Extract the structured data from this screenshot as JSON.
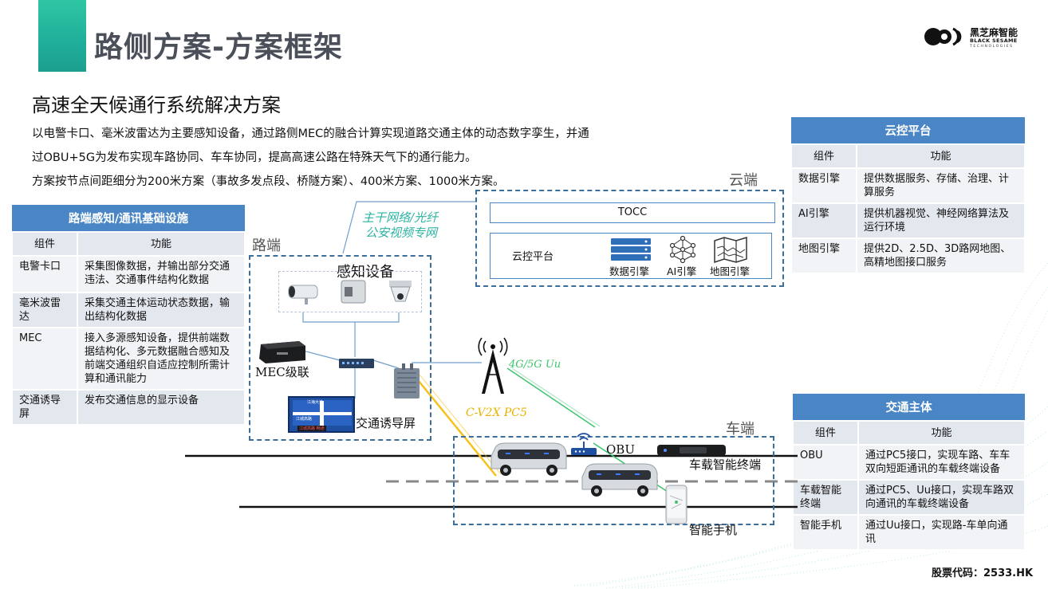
{
  "header": {
    "title": "路侧方案-方案框架",
    "logo_cn": "黑芝麻智能",
    "logo_en": "BLACK SESAME",
    "logo_en_sub": "TECHNOLOGIES"
  },
  "subtitle": "高速全天候通行系统解决方案",
  "description": [
    "以电警卡口、毫米波雷达为主要感知设备，通过路侧MEC的融合计算实现道路交通主体的动态数字孪生，并通",
    "过OBU+5G为发布实现车路协同、车车协同，提高高速公路在特殊天气下的通行能力。",
    "方案按节点间距细分为200米方案（事故多发点段、桥隧方案）、400米方案、1000米方案。"
  ],
  "roadside_table": {
    "title": "路端感知/通讯基础设施",
    "col1": "组件",
    "col2": "功能",
    "rows": [
      {
        "name": "电警卡口",
        "func": "采集图像数据，并输出部分交通违法、交通事件结构化数据"
      },
      {
        "name": "毫米波雷达",
        "func": "采集交通主体运动状态数据，输出结构化数据"
      },
      {
        "name": "MEC",
        "func": "接入多源感知设备，提供前端数据结构化、多元数据融合感知及前端交通组织自适应控制所需计算和通讯能力"
      },
      {
        "name": "交通诱导屏",
        "func": "发布交通信息的显示设备"
      }
    ]
  },
  "cloud_table": {
    "title": "云控平台",
    "col1": "组件",
    "col2": "功能",
    "rows": [
      {
        "name": "数据引擎",
        "func": "提供数据服务、存储、治理、计算服务"
      },
      {
        "name": "AI引擎",
        "func": "提供机器视觉、神经网络算法及运行环境"
      },
      {
        "name": "地图引擎",
        "func": "提供2D、2.5D、3D路网地图、高精地图接口服务"
      }
    ]
  },
  "traffic_table": {
    "title": "交通主体",
    "col1": "组件",
    "col2": "功能",
    "rows": [
      {
        "name": "OBU",
        "func": "通过PC5接口，实现车路、车车双向短距通讯的车载终端设备"
      },
      {
        "name": "车载智能终端",
        "func": "通过PC5、Uu接口，实现车路双向通讯的车载终端设备"
      },
      {
        "name": "智能手机",
        "func": "通过Uu接口，实现路-车单向通讯"
      }
    ]
  },
  "diagram": {
    "cloud_label": "云端",
    "road_label": "路端",
    "vehicle_label": "车端",
    "tocc": "TOCC",
    "cloud_platform": "云控平台",
    "data_engine": "数据引擎",
    "ai_engine": "AI引擎",
    "map_engine": "地图引擎",
    "network_line1": "主干网络/光纤",
    "network_line2": "公安视频专网",
    "sensing": "感知设备",
    "mec": "MEC级联",
    "guide_screen": "交通诱导屏",
    "uu_link": "4G/5G Uu",
    "pc5_link": "C-V2X  PC5",
    "obu": "OBU",
    "vehicle_terminal": "车载智能终端",
    "smartphone": "智能手机",
    "screen_text_top": "江海大道",
    "screen_text_mid": "江城高路",
    "screen_text_bot": "江城高路 畅通"
  },
  "footer": {
    "stock_code": "股票代码：2533.HK"
  },
  "colors": {
    "accent": "#2fc6a3",
    "table_header": "#4a86c5",
    "dashed_border": "#3b6e9a"
  }
}
